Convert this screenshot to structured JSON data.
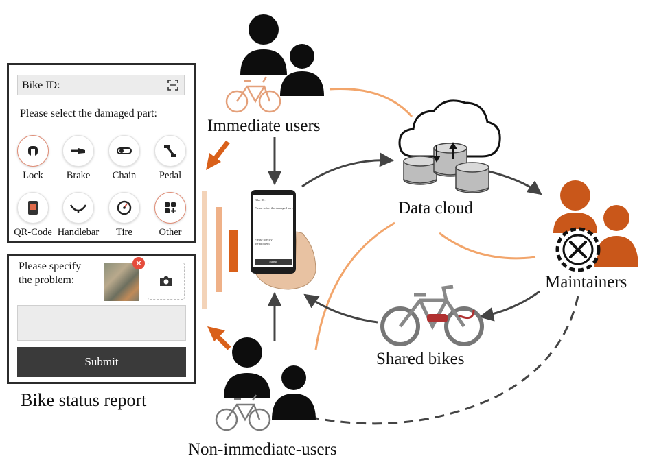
{
  "report": {
    "bike_id_label": "Bike ID:",
    "select_prompt": "Please select the damaged part:",
    "parts": [
      {
        "label": "Lock",
        "icon": "lock-icon"
      },
      {
        "label": "Brake",
        "icon": "brake-icon"
      },
      {
        "label": "Chain",
        "icon": "chain-icon"
      },
      {
        "label": "Pedal",
        "icon": "pedal-icon"
      },
      {
        "label": "QR-Code",
        "icon": "qr-code-icon"
      },
      {
        "label": "Handlebar",
        "icon": "handlebar-icon"
      },
      {
        "label": "Tire",
        "icon": "tire-icon"
      },
      {
        "label": "Other",
        "icon": "other-icon"
      }
    ],
    "specify_line1": "Please specify",
    "specify_line2": "the problem:",
    "submit_label": "Submit",
    "caption": "Bike status report"
  },
  "nodes": {
    "immediate_users": "Immediate users",
    "data_cloud": "Data cloud",
    "maintainers": "Maintainers",
    "shared_bikes": "Shared bikes",
    "non_immediate_users": "Non-immediate-users"
  },
  "colors": {
    "accent_orange": "#d9601a",
    "light_orange": "#f2a56b",
    "maintainer_orange": "#c9571a",
    "arrow_gray": "#444444",
    "panel_border": "#2b2b2b",
    "submit_dark": "#3a3a3a"
  }
}
